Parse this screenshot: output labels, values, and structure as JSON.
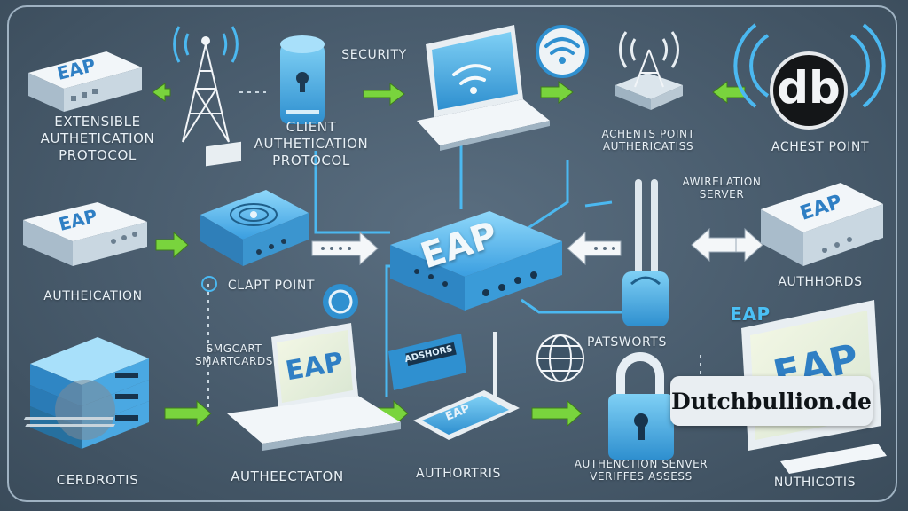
{
  "labels": {
    "eap_protocol": "EXTENSIBLE\nAUTHETICATION\nPROTOCOL",
    "security": "SECURITY",
    "client_auth_protocol": "CLIENT\nAUTHETICATION\nPROTOCOL",
    "access_point_auth": "ACHENTS POINT\nAUTHERICATISS",
    "access_point_right": "ACHEST POINT",
    "authentication_left": "AUTHEICATION",
    "client_point": "CLAPT POINT",
    "wireless_server": "AWIRELATION\nSERVER",
    "authhords": "AUTHHORDS",
    "eap_side": "EAP",
    "smartcards": "SMGCART\nSMARTCARDS",
    "passwords": "PATSWORTS",
    "certificates": "CERDROTIS",
    "authentication_bottom": "AUTHEECTATON",
    "authorities": "AUTHORTRIS",
    "server_verifies": "AUTHENCTION SENVER\nVERIFFES ASSESS",
    "notifications": "NUTHICOTIS"
  },
  "device_text": {
    "eap_top_left": "EAP",
    "eap_mid_left": "EAP",
    "eap_hub": "EAP",
    "eap_right_server": "EAP",
    "eap_laptop": "EAP",
    "eap_phone": "EAP",
    "eap_monitor": "EAP",
    "card_text": "ADSHORS"
  },
  "logo": {
    "text": "db"
  },
  "watermark": {
    "text": "Dutchbullion.de"
  },
  "colors": {
    "background": "#485b6c",
    "device_top": "#d6e3ec",
    "device_blue": "#3fa8e0",
    "arrow_green": "#79d43d",
    "line_blue": "#4bb8f0",
    "text": "#e9f1f7"
  },
  "icons": [
    "antenna-tower-icon",
    "server-lock-icon",
    "laptop-wifi-icon",
    "wifi-icon",
    "access-point-icon",
    "router-icon",
    "eap-hub-icon",
    "fingerprint-icon",
    "globe-icon",
    "padlock-icon",
    "credit-card-icon",
    "smartphone-icon",
    "monitor-icon",
    "server-stack-icon",
    "antenna-pair-icon"
  ]
}
